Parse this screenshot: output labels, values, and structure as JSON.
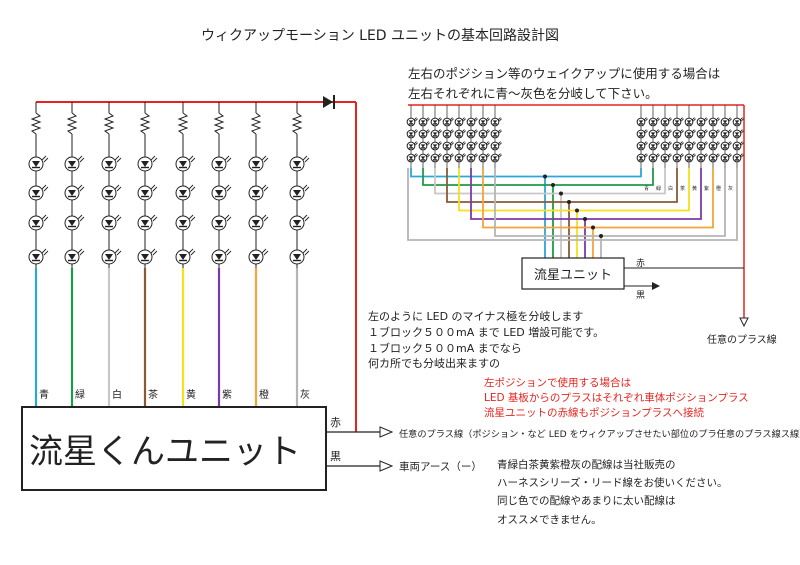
{
  "title": "ウィクアップモーション LED ユニットの基本回路設計図",
  "top_note": [
    "左右のポジション等のウェイクアップに使用する場合は",
    "左右それぞれに青～灰色を分岐して下さい。"
  ],
  "colors": {
    "red": "#e8231f",
    "wire": "#222222",
    "channels": [
      "#2ba6d8",
      "#1f9a4a",
      "#c8c8c8",
      "#8a5a34",
      "#f2e11b",
      "#7d3aa6",
      "#f3a43a",
      "#b5b5b5"
    ]
  },
  "channel_labels": [
    "青",
    "緑",
    "白",
    "茶",
    "黄",
    "紫",
    "橙",
    "灰"
  ],
  "main_unit": {
    "label": "流星くんユニット",
    "red_label": "赤",
    "black_label": "黒",
    "plus_out": "任意のプラス線（ポジション・など LED をウィクアップさせたい部位のプラ任意のプラス線ス線）",
    "ground_out": "車両アース（ー）"
  },
  "small_unit": {
    "label": "流星ユニット",
    "red_label": "赤",
    "black_label": "黒",
    "plus_label": "任意のプラス線",
    "col_labels": [
      "青",
      "緑",
      "白",
      "茶",
      "黄",
      "紫",
      "橙",
      "灰"
    ]
  },
  "middle_note": [
    "左のように LED のマイナス極を分岐します",
    "１ブロック５００mA まで LED 増設可能です。",
    "１ブロック５００mA までなら",
    "何カ所でも分岐出来ますの"
  ],
  "red_note": [
    "左ポジションで使用する場合は",
    "LED 基板からのプラスはそれぞれ車体ポジションプラス",
    "流星ユニットの赤線もポジションプラスへ接続"
  ],
  "bottom_note": [
    "青緑白茶黄紫橙灰の配線は当社販売の",
    "ハーネスシリーズ・リード線をお使いください。",
    "同じ色での配線やあまりに太い配線は",
    "オススメできません。"
  ]
}
